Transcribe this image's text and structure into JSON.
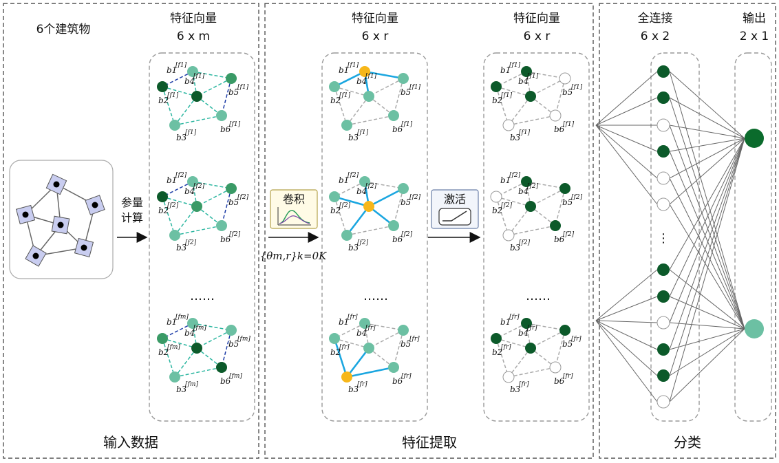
{
  "sections": {
    "input_title": "输入数据",
    "feature_title": "特征提取",
    "classify_title": "分类"
  },
  "labels": {
    "buildings": "6个建筑物",
    "calc_line1": "参量",
    "calc_line2": "计算",
    "fv1_title": "特征向量",
    "fv1_dim": "6 x m",
    "fv2_title": "特征向量",
    "fv2_dim": "6 x r",
    "fv3_title": "特征向量",
    "fv3_dim": "6 x r",
    "fc_title": "全连接",
    "fc_dim": "6 x 2",
    "out_title": "输出",
    "out_dim": "2 x 1",
    "conv_label": "卷积",
    "act_label": "激活",
    "theta_formula": "{θm,r}k=0K",
    "ellipsis": "……",
    "v_ellipsis": "⋮"
  },
  "node_names": [
    "b1",
    "b2",
    "b3",
    "b4",
    "b5",
    "b6"
  ],
  "feature_superscripts": {
    "input": [
      "f1",
      "f2",
      "fm"
    ],
    "conv": [
      "f1",
      "f2",
      "fr"
    ],
    "act": [
      "f1",
      "f2",
      "fr"
    ]
  },
  "colors": {
    "dark_green": "#0c5a2a",
    "mid_green": "#3a9a66",
    "light_teal": "#6cc0a3",
    "highlight_orange": "#f7b71a",
    "conv_edge": "#1aa6e0",
    "dashed_blue": "#1f3ea8",
    "dashed_teal": "#2bb6a0",
    "building_fill": "#c9cdf0",
    "output_dark": "#0b6b2c",
    "output_light": "#6cc0a3"
  },
  "fc_nodes": [
    "dark",
    "dark",
    "white",
    "dark",
    "white",
    "white",
    "dark",
    "dark",
    "white",
    "dark",
    "dark",
    "white"
  ],
  "outputs": [
    "dark",
    "light"
  ]
}
